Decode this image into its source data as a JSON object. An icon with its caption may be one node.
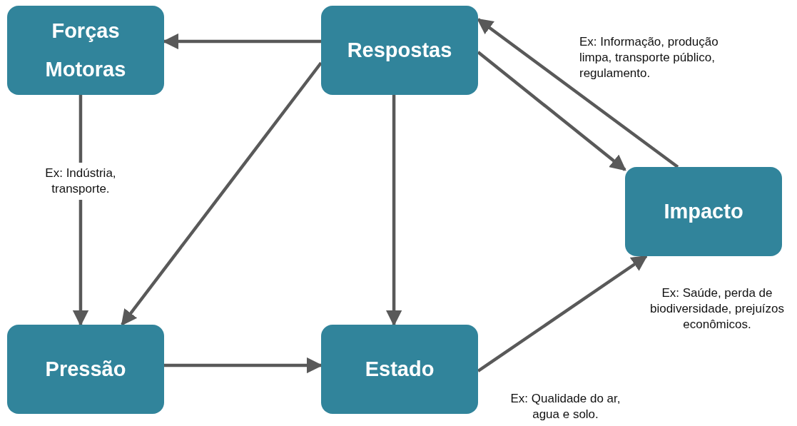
{
  "diagram": {
    "nodes": [
      {
        "text": [
          "Forças Motoras"
        ]
      },
      {
        "text": [
          "Respostas"
        ]
      },
      {
        "text": [
          "Impacto"
        ],
        "beside": [
          "Ex: Saúde, perda de biodiversidade, prejuízos econômicos."
        ]
      },
      {
        "text": [
          "Pressão"
        ]
      },
      {
        "text": [
          "Estado"
        ],
        "beside": [
          "Ex: Qualidade do ar, agua e solo."
        ]
      }
    ],
    "edges": [
      {
        "from": 1,
        "to": 0,
        "arrow": "to"
      },
      {
        "from": 0,
        "to": 3,
        "arrow": "to",
        "label": "Ex: Indústria, transporte."
      },
      {
        "from": 1,
        "to": 3,
        "arrow": "to"
      },
      {
        "from": 1,
        "to": 4,
        "arrow": "to"
      },
      {
        "from": 1,
        "to": 2,
        "arrow": "to"
      },
      {
        "from": 2,
        "to": 1,
        "arrow": "to"
      },
      {
        "from": 3,
        "to": 4,
        "arrow": "to"
      },
      {
        "from": 4,
        "to": 2,
        "arrow": "to"
      }
    ],
    "labels": [
      "Ex: Informação, produção limpa, transporte público, regulamento."
    ]
  }
}
